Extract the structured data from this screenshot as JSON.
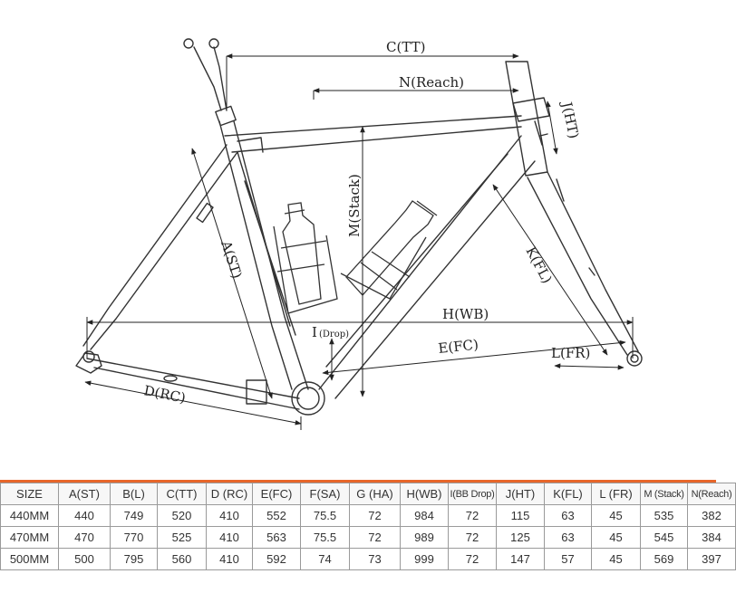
{
  "diagram": {
    "labels": {
      "tt": "C(TT)",
      "reach": "N(Reach)",
      "ht": "J(HT)",
      "stack": "M(Stack)",
      "st": "A(ST)",
      "fl": "K(FL)",
      "wb": "H(WB)",
      "drop": "I",
      "drop_sub": "(Drop)",
      "fc": "E(FC)",
      "fr": "L(FR)",
      "rc": "D(RC)"
    }
  },
  "table": {
    "headers": [
      "SIZE",
      "A(ST)",
      "B(L)",
      "C(TT)",
      "D (RC)",
      "E(FC)",
      "F(SA)",
      "G (HA)",
      "H(WB)",
      "I(BB Drop)",
      "J(HT)",
      "K(FL)",
      "L (FR)",
      "M (Stack)",
      "N(Reach)"
    ],
    "rows": [
      [
        "440MM",
        "440",
        "749",
        "520",
        "410",
        "552",
        "75.5",
        "72",
        "984",
        "72",
        "115",
        "63",
        "45",
        "535",
        "382"
      ],
      [
        "470MM",
        "470",
        "770",
        "525",
        "410",
        "563",
        "75.5",
        "72",
        "989",
        "72",
        "125",
        "63",
        "45",
        "545",
        "384"
      ],
      [
        "500MM",
        "500",
        "795",
        "560",
        "410",
        "592",
        "74",
        "73",
        "999",
        "72",
        "147",
        "57",
        "45",
        "569",
        "397"
      ]
    ]
  }
}
